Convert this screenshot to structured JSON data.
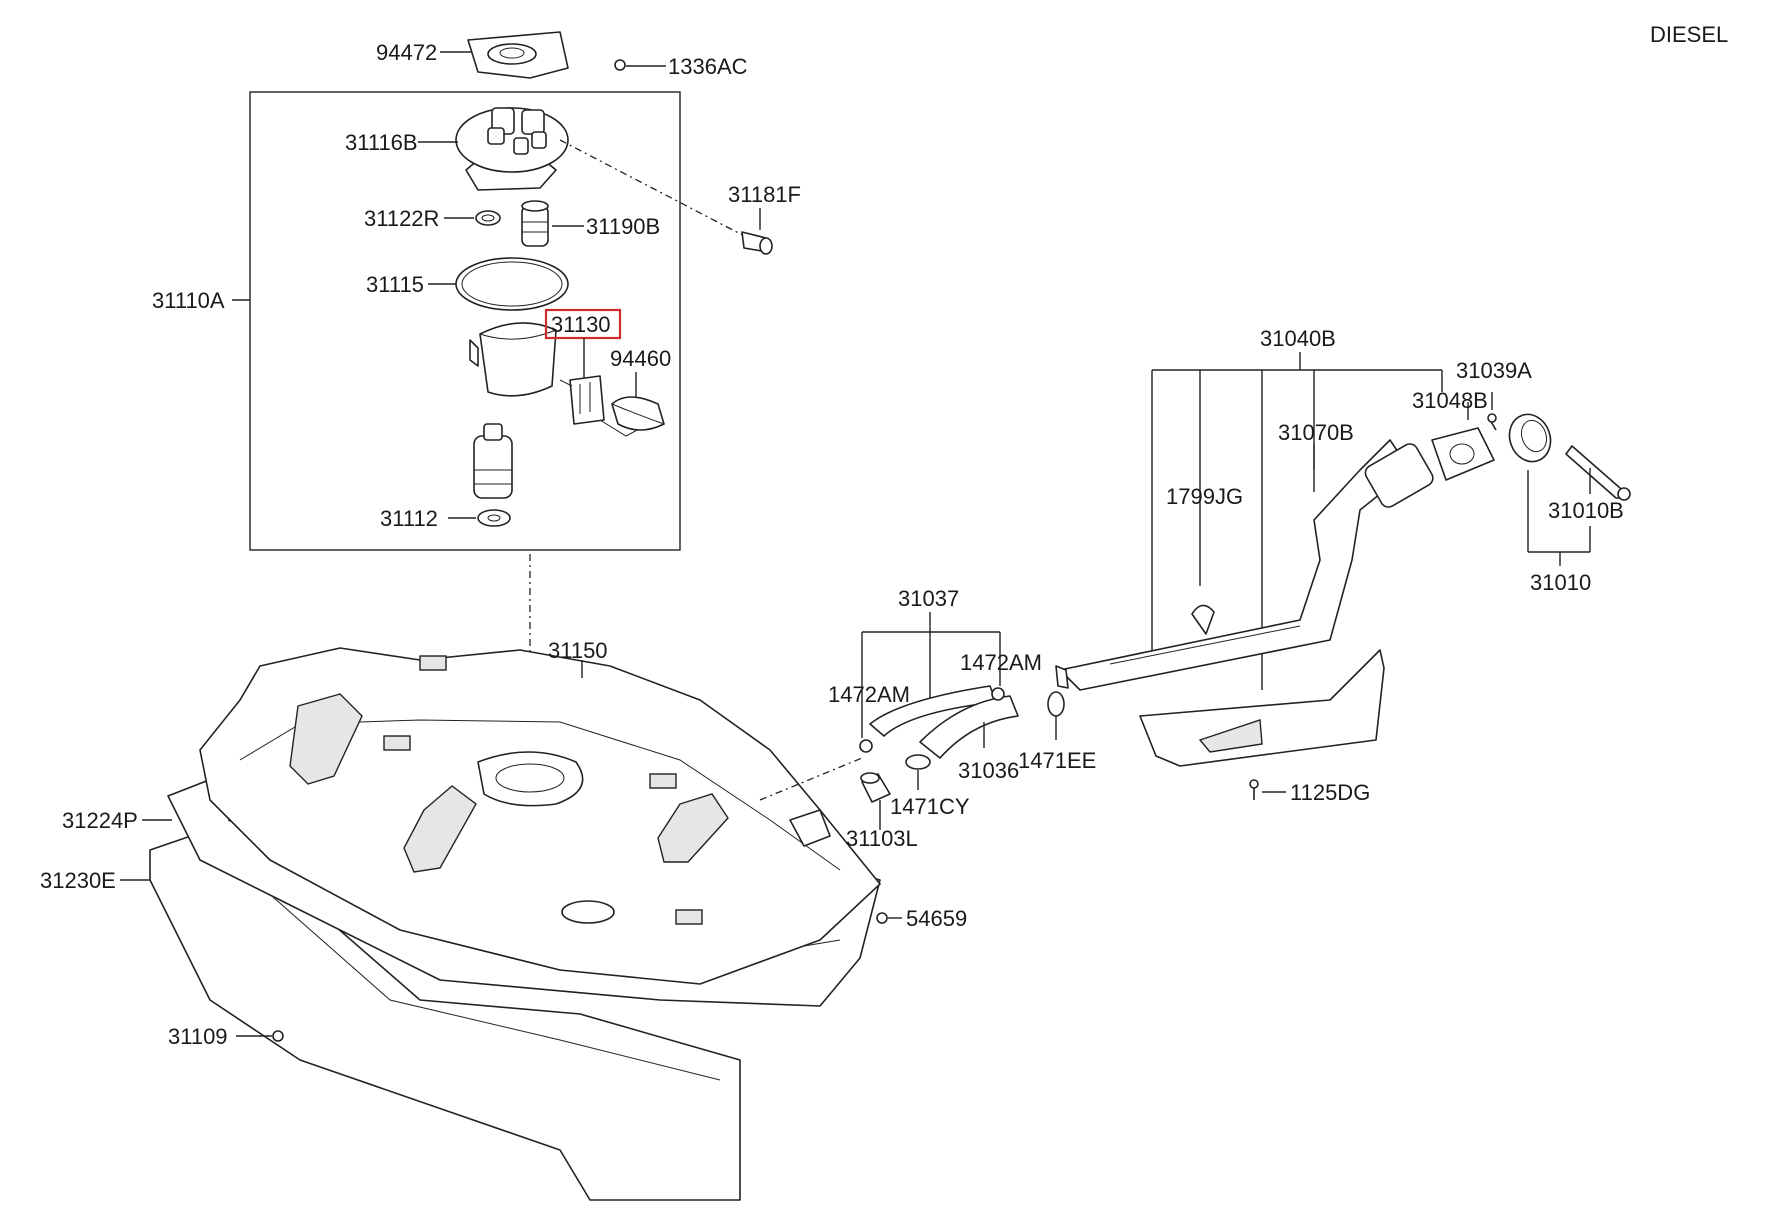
{
  "variant": "DIESEL",
  "highlight_color": "#d22a2a",
  "parts": {
    "p94472": "94472",
    "p1336AC": "1336AC",
    "p31116B": "31116B",
    "p31181F": "31181F",
    "p31122R": "31122R",
    "p31190B": "31190B",
    "p31110A": "31110A",
    "p31115": "31115",
    "p31130": "31130",
    "p94460": "94460",
    "p31112": "31112",
    "p31040B": "31040B",
    "p31039A": "31039A",
    "p31048B": "31048B",
    "p31070B": "31070B",
    "p1799JG": "1799JG",
    "p31010B": "31010B",
    "p31010": "31010",
    "p31037": "31037",
    "p1472AM_r": "1472AM",
    "p1472AM_l": "1472AM",
    "p31150": "31150",
    "p31036": "31036",
    "p1471EE": "1471EE",
    "p1125DG": "1125DG",
    "p1471CY": "1471CY",
    "p31224P": "31224P",
    "p31103L": "31103L",
    "p31230E": "31230E",
    "p54659": "54659",
    "p31109": "31109"
  },
  "highlighted_part": "31130"
}
